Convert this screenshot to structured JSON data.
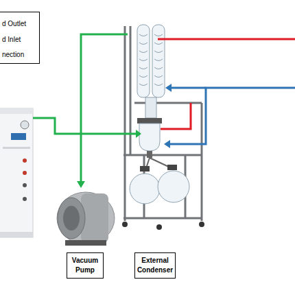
{
  "diagram": {
    "nodes": [
      {
        "text": [
          "Vacuum Pump"
        ]
      },
      {
        "text": [
          "External Condenser"
        ]
      }
    ],
    "legend": [
      {
        "text": "d Outlet"
      },
      {
        "text": "d Inlet"
      },
      {
        "text": "nection"
      }
    ]
  }
}
